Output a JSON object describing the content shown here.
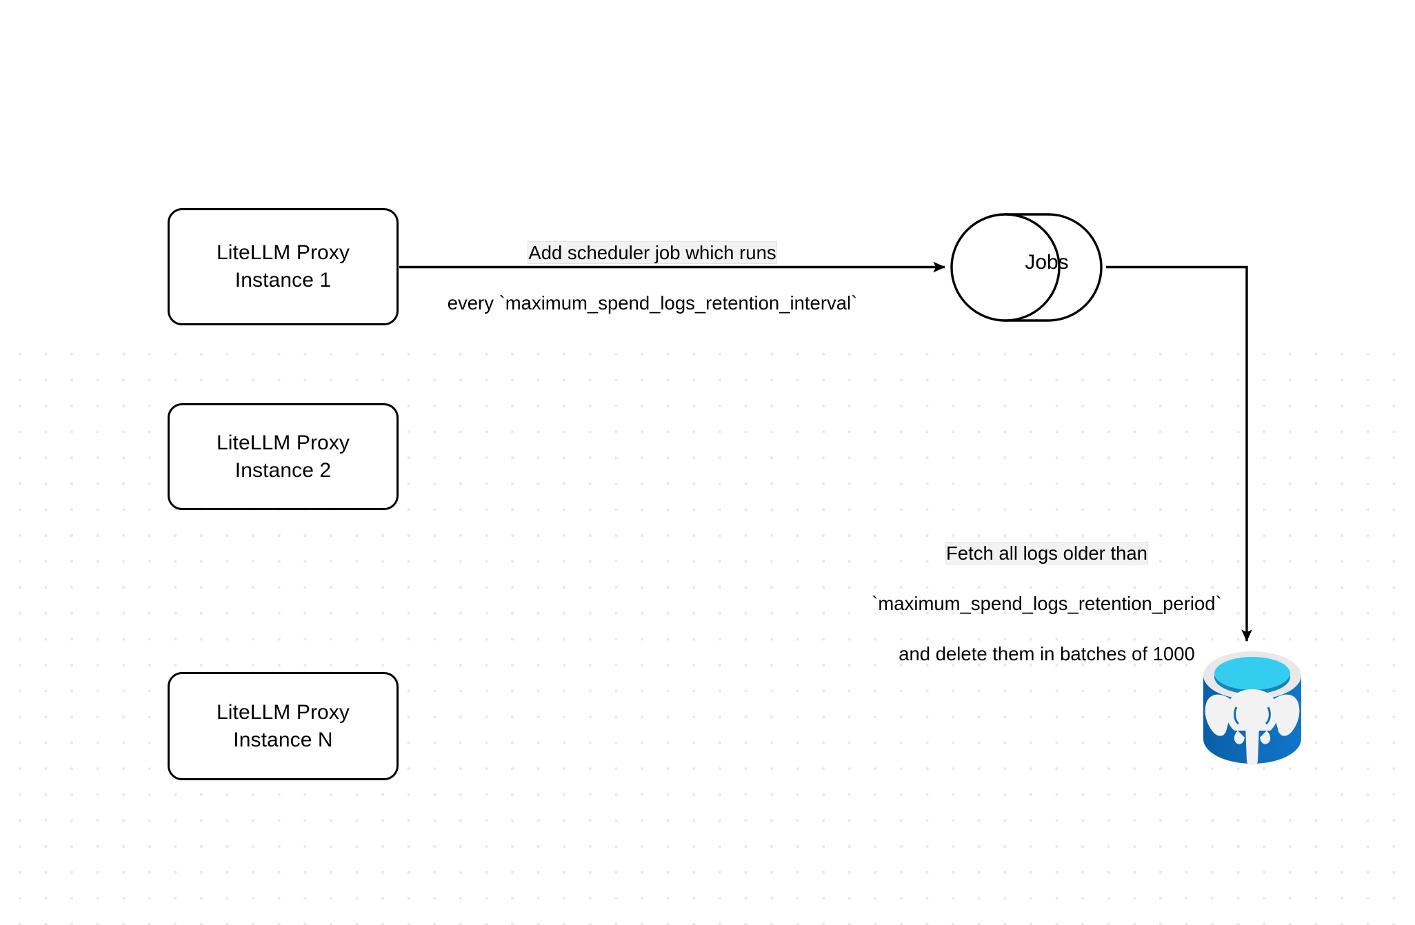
{
  "diagram": {
    "title": "LiteLLM spend logs retention scheduler flow",
    "background_color": "#ffffff",
    "grid_dot_color": "#e9e9e9",
    "stroke_color": "#000000",
    "nodes": [
      {
        "id": "proxy-1",
        "label": "LiteLLM Proxy\nInstance 1",
        "shape": "rounded-rectangle"
      },
      {
        "id": "proxy-2",
        "label": "LiteLLM Proxy\nInstance 2",
        "shape": "rounded-rectangle"
      },
      {
        "id": "proxy-n",
        "label": "LiteLLM Proxy\nInstance N",
        "shape": "rounded-rectangle"
      },
      {
        "id": "jobs",
        "label": "Jobs",
        "shape": "cylinder-horizontal"
      },
      {
        "id": "postgres",
        "label": "",
        "shape": "postgresql-database-logo"
      }
    ],
    "edges": [
      {
        "id": "edge-scheduler",
        "from": "proxy-1",
        "to": "jobs",
        "label": "Add scheduler job which runs\nevery `maximum_spend_logs_retention_interval`",
        "label_line_1": "Add scheduler job which runs",
        "label_line_2": "every `maximum_spend_logs_retention_interval`",
        "arrow": "end"
      },
      {
        "id": "edge-fetch",
        "from": "jobs",
        "to": "postgres",
        "label": "Fetch all logs older than\n`maximum_spend_logs_retention_period`\nand delete them in batches of 1000",
        "label_line_1": "Fetch all logs older than",
        "label_line_2": "`maximum_spend_logs_retention_period`",
        "label_line_3": "and delete them in batches of 1000",
        "arrow": "end"
      }
    ],
    "postgres_colors": {
      "body_left": "#0a5ea8",
      "body_right": "#1175c8",
      "rim": "#e8e8e8",
      "liquid": "#34cdf0",
      "liquid_shadow": "#1b84b5",
      "elephant": "#f2f2f2"
    }
  }
}
